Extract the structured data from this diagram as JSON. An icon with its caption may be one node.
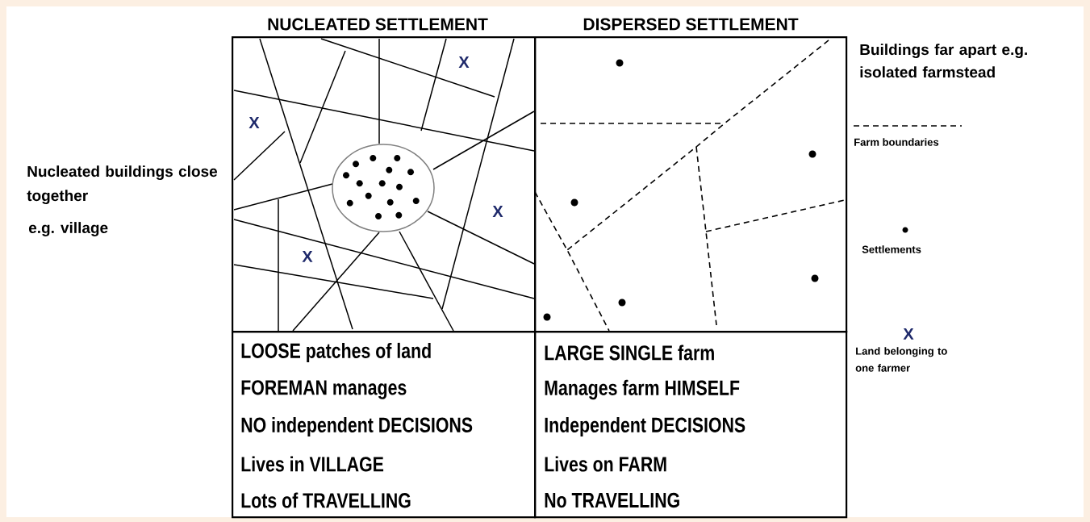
{
  "diagram": {
    "nodes": [
      {
        "text": [
          "NUCLEATED SETTLEMENT"
        ]
      },
      {
        "text": [
          "DISPERSED SETTLEMENT"
        ]
      },
      {
        "text": [
          "LOOSE patches of land",
          "FOREMAN manages",
          "NO independent DECISIONS",
          "Lives in VILLAGE",
          "Lots of TRAVELLING"
        ]
      },
      {
        "text": [
          "LARGE SINGLE farm",
          "Manages farm HIMSELF",
          "Independent DECISIONS",
          "Lives on FARM",
          "No TRAVELLING"
        ]
      }
    ],
    "labels": [
      "Nucleated buildings close together",
      "e.g. village",
      "Buildings far apart e.g. isolated farmstead",
      "X",
      "X",
      "X",
      "X",
      "X"
    ],
    "legend": [
      {
        "text": "Farm boundaries"
      },
      {
        "text": "Settlements"
      },
      {
        "text": "Land belonging to one farmer"
      }
    ]
  }
}
